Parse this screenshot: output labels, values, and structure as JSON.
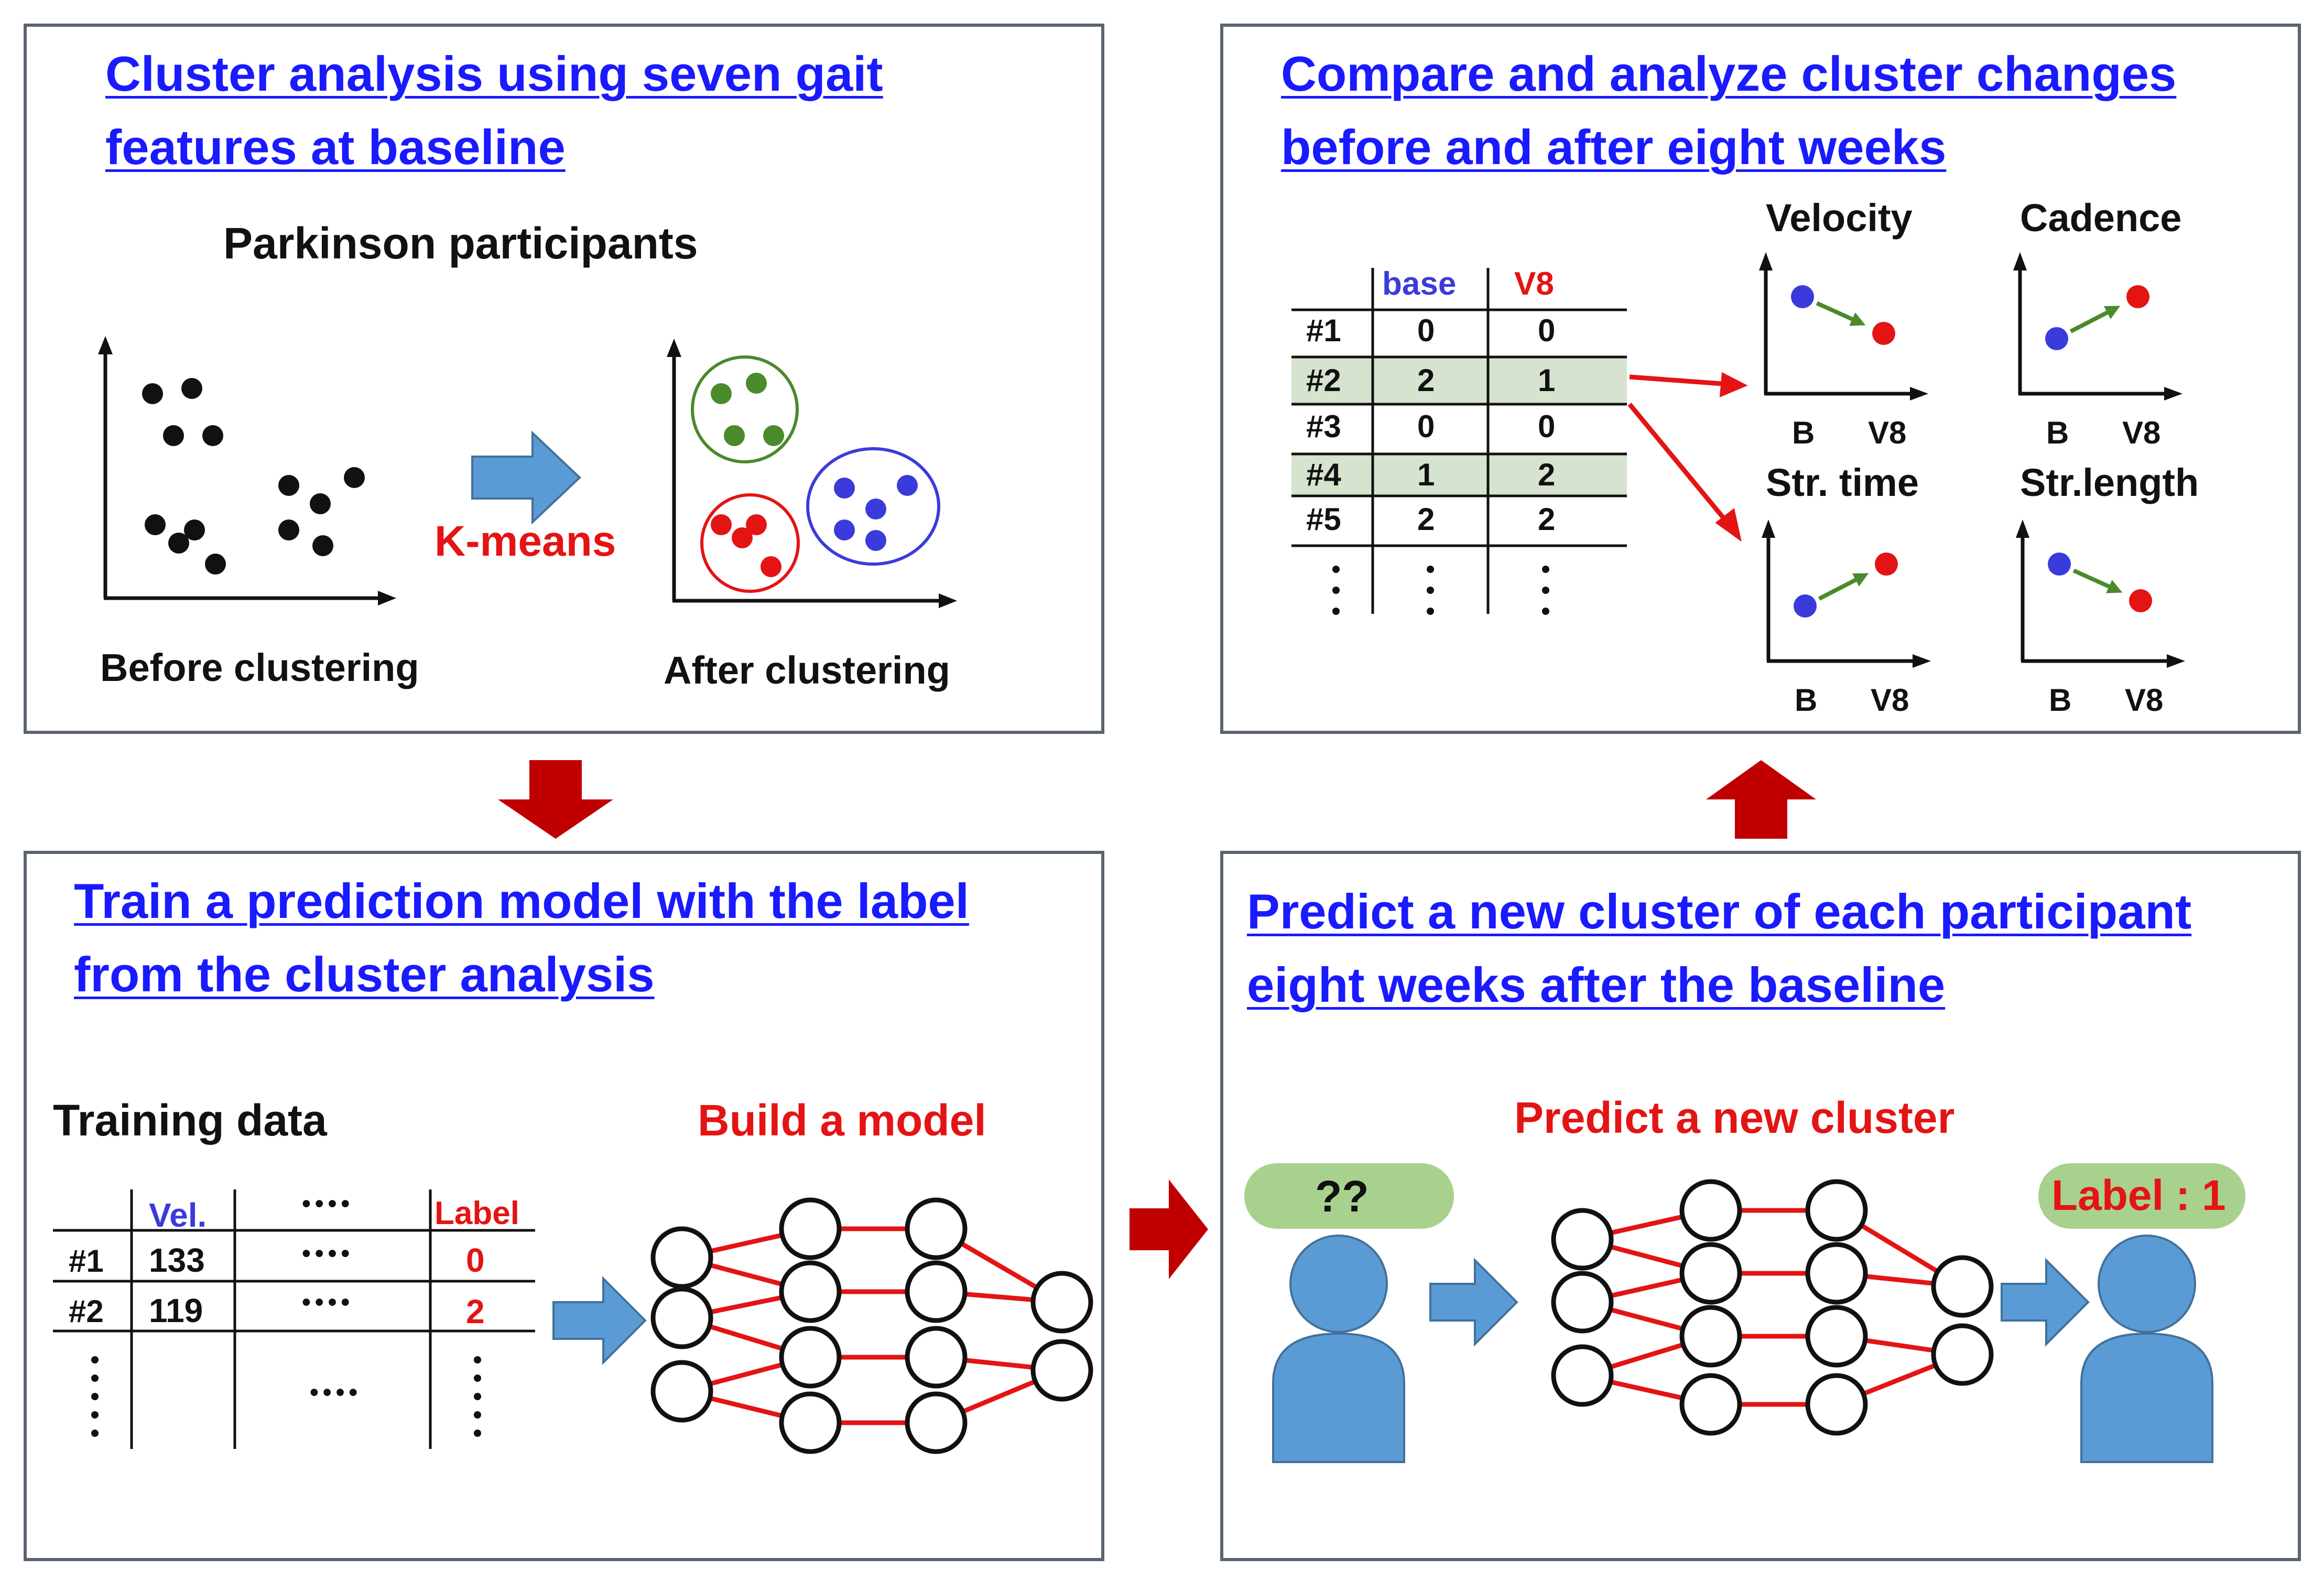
{
  "panels": {
    "cluster": {
      "title_line1": "Cluster analysis using seven gait",
      "title_line2": "features at baseline",
      "subtitle": "Parkinson participants",
      "method": "K-means",
      "before_label": "Before clustering",
      "after_label": "After clustering"
    },
    "train": {
      "title_line1": "Train a prediction model with the label",
      "title_line2": "from the cluster analysis",
      "training_data_label": "Training data",
      "build_label": "Build a model",
      "table": {
        "headers": [
          "",
          "Vel.",
          "••••",
          "Label"
        ],
        "rows": [
          [
            "#1",
            "133",
            "••••",
            "0"
          ],
          [
            "#2",
            "119",
            "••••",
            "2"
          ]
        ],
        "ellipsis": "••••"
      }
    },
    "predict": {
      "title_line1": "Predict a new cluster of each participant",
      "title_line2": "eight weeks after the baseline",
      "predict_label": "Predict a new cluster",
      "unknown_bubble": "??",
      "result_bubble": "Label : 1"
    },
    "compare": {
      "title_line1": "Compare and analyze cluster changes",
      "title_line2": "before and after eight weeks",
      "table": {
        "headers": [
          "",
          "base",
          "V8"
        ],
        "rows": [
          [
            "#1",
            "0",
            "0"
          ],
          [
            "#2",
            "2",
            "1"
          ],
          [
            "#3",
            "0",
            "0"
          ],
          [
            "#4",
            "1",
            "2"
          ],
          [
            "#5",
            "2",
            "2"
          ]
        ]
      },
      "plots": [
        {
          "title": "Velocity",
          "x_labels": [
            "B",
            "V8"
          ],
          "trend": "decrease"
        },
        {
          "title": "Cadence",
          "x_labels": [
            "B",
            "V8"
          ],
          "trend": "increase"
        },
        {
          "title": "Str. time",
          "x_labels": [
            "B",
            "V8"
          ],
          "trend": "increase"
        },
        {
          "title": "Str.length",
          "x_labels": [
            "B",
            "V8"
          ],
          "trend": "decrease"
        }
      ]
    }
  },
  "colors": {
    "title_blue": "#1a1aff",
    "accent_red": "#e41414",
    "arrow_blue": "#5b9bd5",
    "flow_arrow_red": "#c00000",
    "cluster_green": "#4a8a2a",
    "cluster_red": "#e41414",
    "cluster_blue": "#3b3bdc",
    "bubble_green": "#a9d18e",
    "person_blue": "#5b9bd5",
    "highlight_row": "#d5e3cf"
  }
}
